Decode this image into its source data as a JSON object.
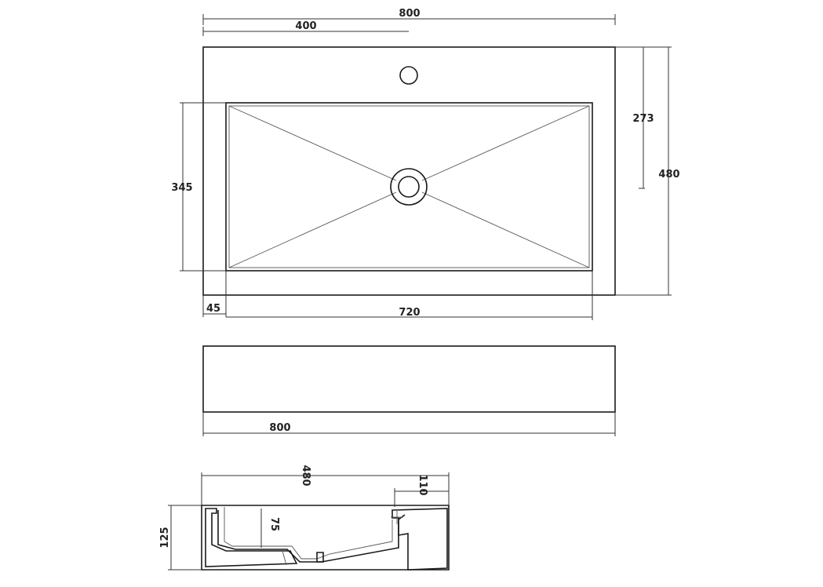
{
  "top_view": {
    "dim_total_width": "800",
    "dim_tap_offset": "400",
    "dim_depth": "480",
    "dim_tap_to_drain": "273",
    "dim_basin_depth": "345",
    "dim_side_margin": "45",
    "dim_basin_width": "720"
  },
  "front_view": {
    "dim_width": "800"
  },
  "side_view": {
    "dim_depth": "480",
    "dim_tap_ledge": "110",
    "dim_height": "125",
    "dim_basin_height": "75"
  }
}
